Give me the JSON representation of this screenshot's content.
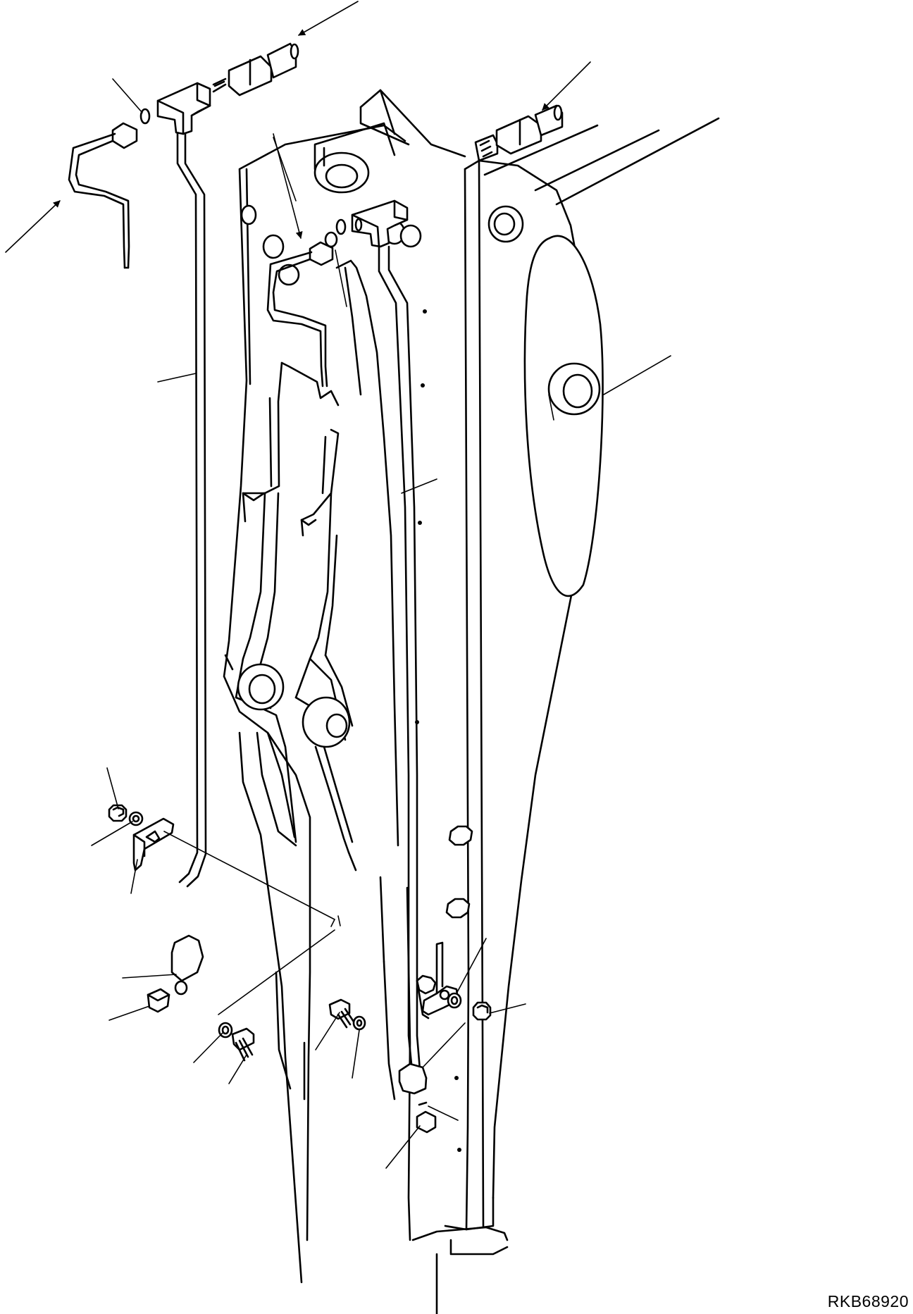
{
  "drawing": {
    "code": "RKB68920"
  },
  "arrows": [
    {
      "name": "arrow-top-right-hose",
      "points": "end"
    },
    {
      "name": "arrow-right-hose",
      "points": "end"
    },
    {
      "name": "arrow-left-tube",
      "points": "end"
    },
    {
      "name": "arrow-center-tube",
      "points": "end"
    }
  ]
}
